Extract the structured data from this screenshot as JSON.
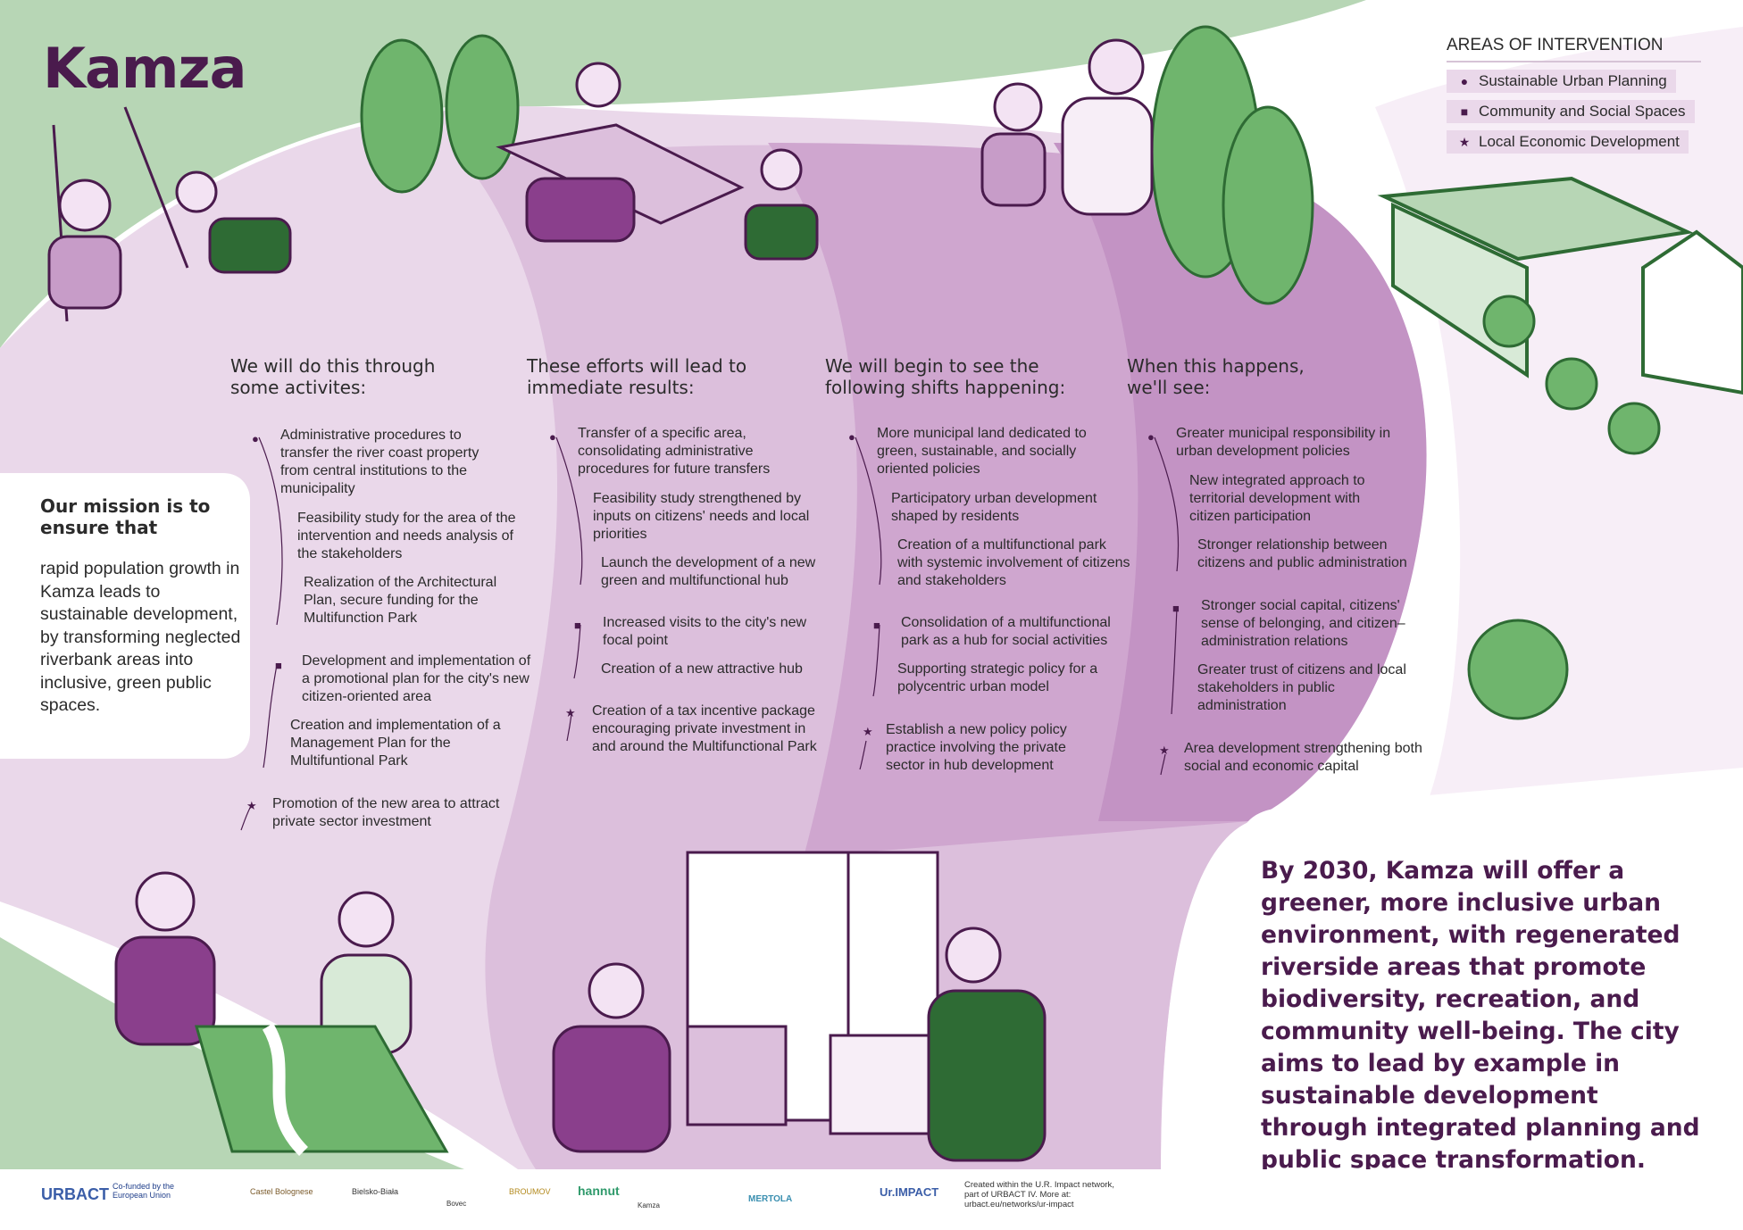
{
  "title": "Kamza",
  "legend": {
    "heading": "AREAS OF INTERVENTION",
    "items": [
      {
        "marker": "●",
        "label": "Sustainable Urban Planning"
      },
      {
        "marker": "■",
        "label": "Community and Social Spaces"
      },
      {
        "marker": "★",
        "label": "Local Economic Development"
      }
    ]
  },
  "mission": {
    "title": "Our mission is to ensure that",
    "body": "rapid population growth in Kamza leads to sustainable development, by transforming neglected riverbank areas into inclusive, green public spaces."
  },
  "columns": [
    {
      "heading": "We will do this through some activites:",
      "items": [
        {
          "marker": "●",
          "text": "Administrative procedures to transfer the river coast property from central institutions to the municipality"
        },
        {
          "marker": "",
          "text": "Feasibility study for the area of the intervention and needs analysis of the stakeholders"
        },
        {
          "marker": "",
          "text": "Realization of the Architectural Plan, secure funding for the Multifunction Park"
        },
        {
          "marker": "■",
          "text": "Development and implementation of a promotional plan for the city's new citizen-oriented area"
        },
        {
          "marker": "",
          "text": "Creation and implementation of a Management Plan for the Multifuntional Park"
        },
        {
          "marker": "★",
          "text": "Promotion of the new area to attract private sector investment"
        }
      ]
    },
    {
      "heading": "These efforts will lead to immediate results:",
      "items": [
        {
          "marker": "●",
          "text": "Transfer of a specific area, consolidating administrative procedures for future transfers"
        },
        {
          "marker": "",
          "text": "Feasibility study strengthened by inputs on citizens' needs and local priorities"
        },
        {
          "marker": "",
          "text": "Launch the development of a new green and multifunctional hub"
        },
        {
          "marker": "■",
          "text": "Increased visits to the city's new focal point"
        },
        {
          "marker": "",
          "text": "Creation of a new attractive hub"
        },
        {
          "marker": "★",
          "text": "Creation of a tax incentive package encouraging private investment in and around the Multifunctional Park"
        }
      ]
    },
    {
      "heading": "We will begin to see the following shifts happening:",
      "items": [
        {
          "marker": "●",
          "text": "More municipal land dedicated to green, sustainable, and socially oriented policies"
        },
        {
          "marker": "",
          "text": "Participatory urban development shaped by residents"
        },
        {
          "marker": "",
          "text": "Creation of a multifunctional park with systemic involvement of citizens and stakeholders"
        },
        {
          "marker": "■",
          "text": "Consolidation of a multifunctional park as a hub for social activities"
        },
        {
          "marker": "",
          "text": "Supporting strategic policy for a polycentric urban model"
        },
        {
          "marker": "★",
          "text": "Establish a new policy policy practice involving the private sector in hub development"
        }
      ]
    },
    {
      "heading": "When this happens, we'll see:",
      "items": [
        {
          "marker": "●",
          "text": "Greater municipal responsibility in urban development policies"
        },
        {
          "marker": "",
          "text": "New integrated approach to territorial development with citizen participation"
        },
        {
          "marker": "",
          "text": "Stronger relationship between citizens and public administration"
        },
        {
          "marker": "■",
          "text": "Stronger social capital, citizens' sense of belonging, and citizen–administration relations"
        },
        {
          "marker": "",
          "text": "Greater trust of citizens and local stakeholders in public administration"
        },
        {
          "marker": "★",
          "text": "Area development strengthening both social and economic capital"
        }
      ]
    }
  ],
  "vision": "By 2030, Kamza will offer a greener, more inclusive urban environment, with regenerated riverside areas that promote biodiversity, recreation, and community well-being. The city aims to lead by example in sustainable development through integrated planning and public space transformation.",
  "footer": {
    "logos": [
      "URBACT",
      "Co-funded by the European Union",
      "Castel Bolognese",
      "Bielsko-Biała",
      "Bovec",
      "BROUMOV",
      "hannut",
      "Kamza",
      "MERTOLA",
      "Ur.IMPACT"
    ],
    "note": "Created within the U.R. Impact network, part of URBACT IV. More at: urbact.eu/networks/ur-impact"
  },
  "colors": {
    "purple_dark": "#4a1b4d",
    "purple_mid": "#c79cc8",
    "purple_light": "#ead8ea",
    "green_light": "#b7d6b5",
    "green_mid": "#6fb56d",
    "green_dark": "#2e6b34"
  }
}
